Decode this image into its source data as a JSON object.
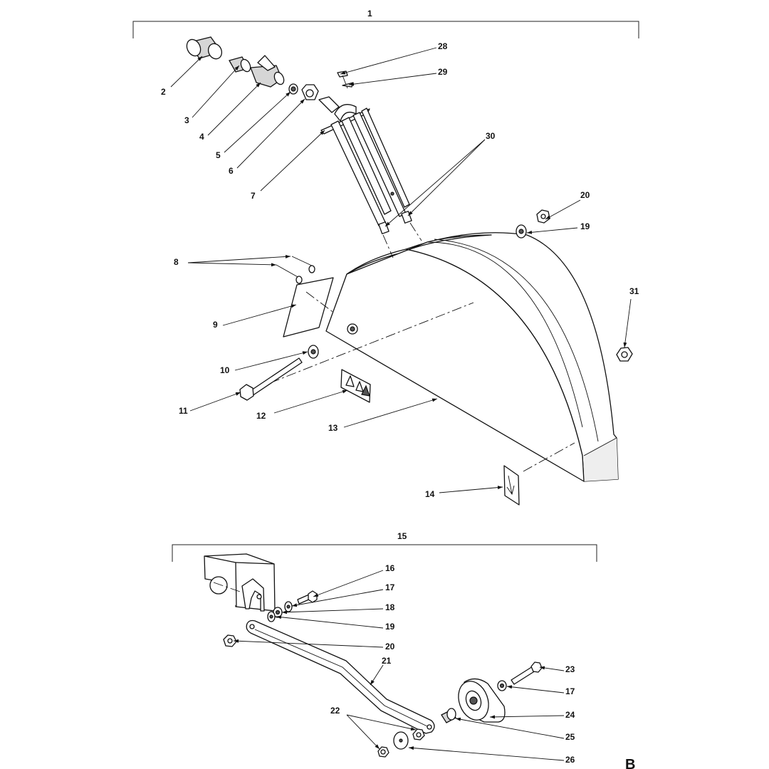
{
  "labels": {
    "l1": "1",
    "l2": "2",
    "l3": "3",
    "l4": "4",
    "l5": "5",
    "l6": "6",
    "l7": "7",
    "l8": "8",
    "l9": "9",
    "l10": "10",
    "l11": "11",
    "l12": "12",
    "l13": "13",
    "l14": "14",
    "l15": "15",
    "l16": "16",
    "l17a": "17",
    "l17b": "17",
    "l18": "18",
    "l19a": "19",
    "l19b": "19",
    "l20a": "20",
    "l20b": "20",
    "l21": "21",
    "l22": "22",
    "l23": "23",
    "l24": "24",
    "l25": "25",
    "l26": "26",
    "l28": "28",
    "l29": "29",
    "l30": "30",
    "l31": "31",
    "corner": "B"
  }
}
